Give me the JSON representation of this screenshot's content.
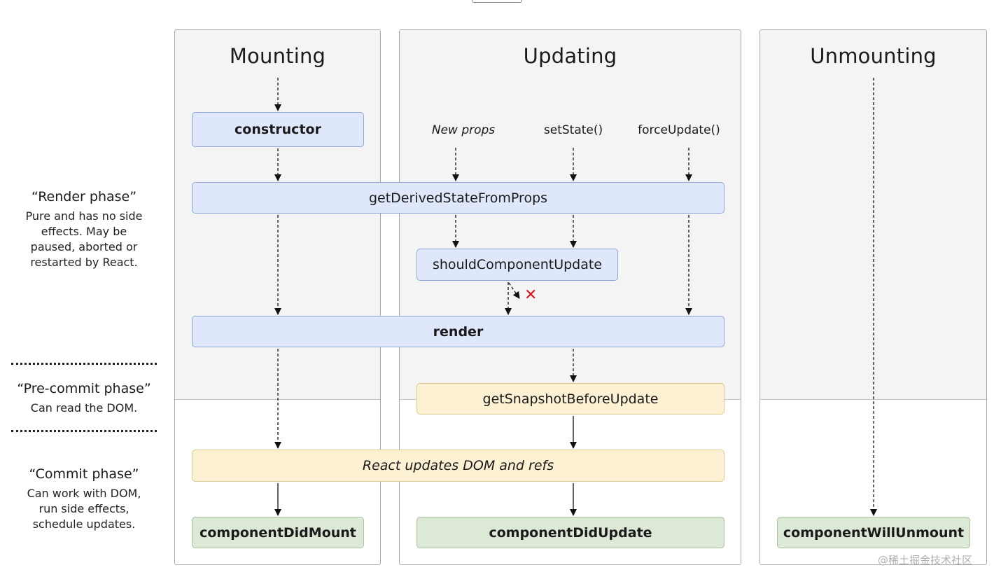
{
  "columns": {
    "mounting": {
      "title": "Mounting"
    },
    "updating": {
      "title": "Updating"
    },
    "unmounting": {
      "title": "Unmounting"
    }
  },
  "triggers": {
    "new_props": "New props",
    "set_state": "setState()",
    "force_update": "forceUpdate()"
  },
  "methods": {
    "constructor": "constructor",
    "get_derived_state_from_props": "getDerivedStateFromProps",
    "should_component_update": "shouldComponentUpdate",
    "render": "render",
    "get_snapshot_before_update": "getSnapshotBeforeUpdate",
    "react_updates_dom": "React updates DOM and refs",
    "component_did_mount": "componentDidMount",
    "component_did_update": "componentDidUpdate",
    "component_will_unmount": "componentWillUnmount"
  },
  "phases": {
    "render": {
      "title": "“Render phase”",
      "lines": [
        "Pure and has no side",
        "effects. May be",
        "paused, aborted or",
        "restarted by React."
      ]
    },
    "pre_commit": {
      "title": "“Pre-commit phase”",
      "lines": [
        "Can read the DOM."
      ]
    },
    "commit": {
      "title": "“Commit phase”",
      "lines": [
        "Can work with DOM,",
        "run side effects,",
        "schedule updates."
      ]
    }
  },
  "cancel_mark": "✕",
  "watermark": "@稀土掘金技术社区",
  "colors": {
    "render_phase_box": "#dfe8fa",
    "commit_box": "#fcf2d3",
    "lifecycle_end_box": "#dce9d6",
    "cancel_mark": "#d9141b"
  }
}
